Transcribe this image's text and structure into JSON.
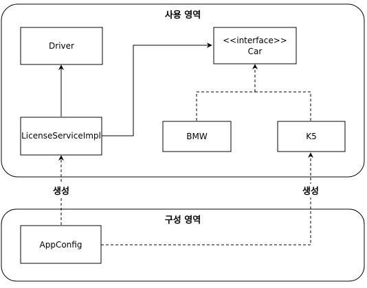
{
  "groups": {
    "usage": {
      "title": "사용 영역"
    },
    "config": {
      "title": "구성 영역"
    }
  },
  "boxes": {
    "driver": {
      "label": "Driver"
    },
    "car": {
      "stereotype": "<<interface>>",
      "label": "Car"
    },
    "license_service": {
      "label": "LicenseServiceImpl"
    },
    "bmw": {
      "label": "BMW"
    },
    "k5": {
      "label": "K5"
    },
    "app_config": {
      "label": "AppConfig"
    }
  },
  "edge_labels": {
    "create_left": "생성",
    "create_right": "생성"
  },
  "colors": {
    "stroke": "#000000",
    "background": "#ffffff"
  }
}
